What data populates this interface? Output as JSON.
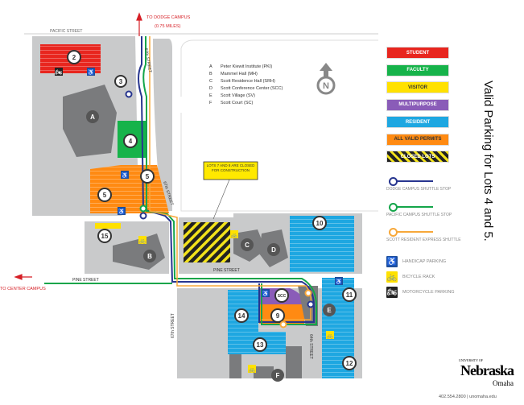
{
  "directions": {
    "dodge": "TO DODGE CAMPUS",
    "dodge_distance": "(0.75 MILES)",
    "center": "TO CENTER CAMPUS"
  },
  "streets": {
    "pacific": "PACIFIC STREET",
    "pine_west": "PINE STREET",
    "pine_east": "PINE STREET",
    "s67_north": "67th STREET",
    "s67_mid": "67th STREET",
    "s67_south": "67th STREET",
    "s64": "64th STREET"
  },
  "buildings": [
    {
      "letter": "A",
      "name": "Peter Kiewit Institute (PKI)"
    },
    {
      "letter": "B",
      "name": "Mammel Hall (MH)"
    },
    {
      "letter": "C",
      "name": "Scott Residence Hall (SRH)"
    },
    {
      "letter": "D",
      "name": "Scott Conference Center (SCC)"
    },
    {
      "letter": "E",
      "name": "Scott Village (SV)"
    },
    {
      "letter": "F",
      "name": "Scott Court (SC)"
    }
  ],
  "lots": {
    "l2": "2",
    "l3": "3",
    "l4": "4",
    "l5a": "5",
    "l5b": "5",
    "l15": "15",
    "l10": "10",
    "l11": "11",
    "l12": "12",
    "l13": "13",
    "l14": "14",
    "l9": "9",
    "scc": "SCC"
  },
  "north_label": "N",
  "callout": "LOTS 7 AND 8 ARE CLOSED FOR CONSTRUCTION",
  "legend": {
    "permits": [
      {
        "label": "STUDENT",
        "color": "#e8261f"
      },
      {
        "label": "FACULTY",
        "color": "#16b34a"
      },
      {
        "label": "VISITOR",
        "color": "#ffe100"
      },
      {
        "label": "MULTIPURPOSE",
        "color": "#8a5cb8"
      },
      {
        "label": "RESIDENT",
        "color": "#1ea7e1"
      },
      {
        "label": "ALL VALID PERMITS",
        "color": "#ff8a12"
      },
      {
        "label": "CLOSED LOTS",
        "color": "#222222"
      }
    ],
    "shuttles": [
      {
        "label": "DODGE CAMPUS SHUTTLE STOP",
        "color": "#27358f"
      },
      {
        "label": "PACIFIC CAMPUS SHUTTLE STOP",
        "color": "#14a54a"
      },
      {
        "label": "SCOTT RESIDENT EXPRESS SHUTTLE",
        "color": "#f7a83a"
      }
    ],
    "icons": [
      {
        "label": "HANDICAP PARKING",
        "icon": "wheelchair-icon"
      },
      {
        "label": "BICYCLE RACK",
        "icon": "bicycle-icon"
      },
      {
        "label": "MOTORCYCLE PARKING",
        "icon": "motorcycle-icon"
      }
    ]
  },
  "note": "Valid Parking for Lots 4 and 5.",
  "logo": {
    "university": "UNIVERSITY OF",
    "name": "Nebraska",
    "campus": "Omaha"
  },
  "contact": "402.554.2800 | unomaha.edu"
}
